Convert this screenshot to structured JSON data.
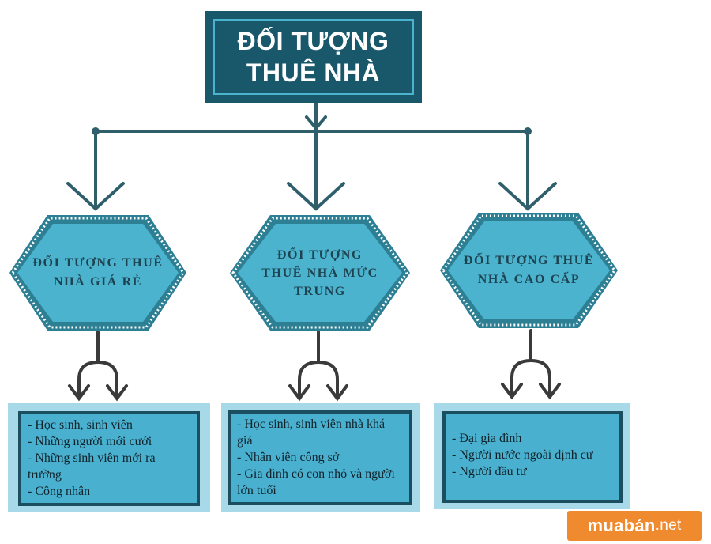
{
  "title": {
    "line1": "ĐỐI TƯỢNG",
    "line2": "THUÊ NHÀ"
  },
  "categories": [
    {
      "label_lines": [
        "ĐỐI TƯỢNG THUÊ",
        "NHÀ GIÁ RẺ"
      ],
      "items": [
        "- Học sinh, sinh viên",
        "- Những người mới cưới",
        "- Những sinh viên mới ra trường",
        "- Công nhân"
      ]
    },
    {
      "label_lines": [
        "ĐỐI TƯỢNG",
        "THUÊ NHÀ MỨC",
        "TRUNG"
      ],
      "items": [
        "- Học sinh, sinh viên nhà khá giả",
        "- Nhân viên công sở",
        "- Gia đình có con nhỏ và người lớn tuổi"
      ]
    },
    {
      "label_lines": [
        "ĐỐI TƯỢNG THUÊ",
        "NHÀ CAO CẤP"
      ],
      "items": [
        "- Đại gia đình",
        "- Người nước ngoài định cư",
        "- Người đầu tư"
      ]
    }
  ],
  "watermark": {
    "brand": "muabán",
    "tld": ".net"
  },
  "colors": {
    "dark_teal": "#19586a",
    "light_teal": "#4cb3cf",
    "pale_blue": "#a8d9e9",
    "connector": "#3a3a3a",
    "brand_orange": "#f08a2e"
  }
}
